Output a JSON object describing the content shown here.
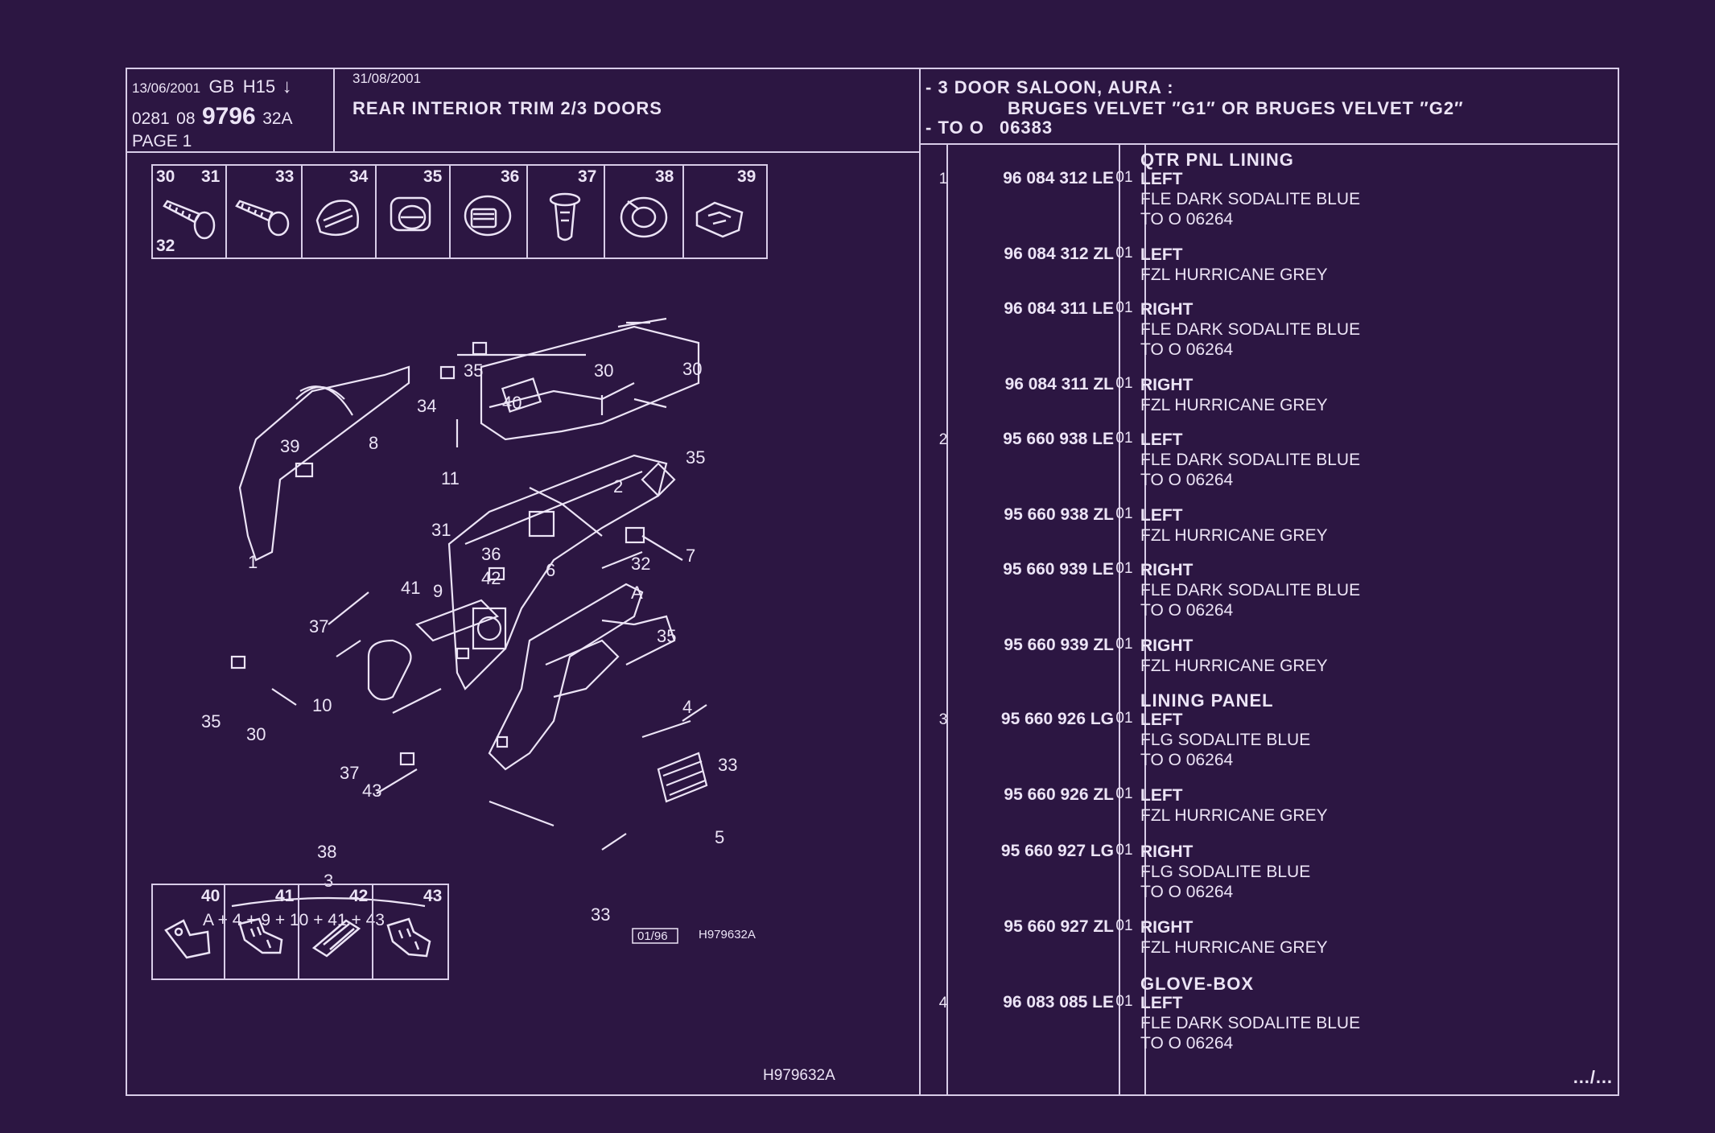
{
  "header": {
    "date1": "13/06/2001",
    "lang": "GB",
    "model": "H15",
    "arrow": "↓",
    "ref_prefix1": "0281",
    "ref_prefix2": "08",
    "ref_main": "9796",
    "ref_suffix": "32A",
    "page": "PAGE 1",
    "date2": "31/08/2001",
    "title": "REAR INTERIOR TRIM 2/3 DOORS",
    "spec_line1": "- 3 DOOR SALOON, AURA :",
    "spec_line2": "BRUGES VELVET ″G1″ OR  BRUGES VELVET ″G2″",
    "spec_line3_prefix": "- TO  O",
    "spec_line3_value": "06383"
  },
  "icons_top": [
    {
      "num": "30",
      "num2": "31",
      "icon": "screw-icon",
      "sub": "32"
    },
    {
      "num": "33",
      "icon": "screw-icon"
    },
    {
      "num": "34",
      "icon": "clip-icon"
    },
    {
      "num": "35",
      "icon": "clip-nut-icon"
    },
    {
      "num": "36",
      "icon": "clip-icon"
    },
    {
      "num": "37",
      "icon": "plug-icon"
    },
    {
      "num": "38",
      "icon": "clip-ring-icon"
    },
    {
      "num": "39",
      "icon": "bracket-icon"
    }
  ],
  "icons_bottom": [
    {
      "num": "40",
      "icon": "bracket-icon"
    },
    {
      "num": "41",
      "icon": "rivet-icon"
    },
    {
      "num": "42",
      "icon": "clip-icon"
    },
    {
      "num": "43",
      "icon": "rivet-icon"
    }
  ],
  "diagram": {
    "callouts": [
      "35",
      "30",
      "30",
      "34",
      "40",
      "39",
      "8",
      "11",
      "2",
      "35",
      "1",
      "31",
      "36",
      "6",
      "32",
      "7",
      "42",
      "41",
      "9",
      "A",
      "37",
      "35",
      "10",
      "35",
      "30",
      "4",
      "33",
      "37",
      "43",
      "38",
      "5",
      "33",
      "3"
    ],
    "formula": "A + 4 + 9 + 10 + 41 + 43",
    "date_box": "01/96",
    "code_small": "H979632A",
    "code_bottom": "H979632A"
  },
  "parts": [
    {
      "section": "QTR PNL LINING",
      "idx": "1",
      "pn": "96 084 312 LE",
      "qty": "01",
      "side": "LEFT",
      "lines": [
        "FLE DARK SODALITE BLUE",
        "TO  O  06264"
      ]
    },
    {
      "idx": "",
      "pn": "96 084 312 ZL",
      "qty": "01",
      "side": "LEFT",
      "lines": [
        "FZL HURRICANE GREY"
      ]
    },
    {
      "idx": "",
      "pn": "96 084 311 LE",
      "qty": "01",
      "side": "RIGHT",
      "lines": [
        "FLE DARK SODALITE BLUE",
        "TO  O  06264"
      ]
    },
    {
      "idx": "",
      "pn": "96 084 311 ZL",
      "qty": "01",
      "side": "RIGHT",
      "lines": [
        "FZL HURRICANE GREY"
      ]
    },
    {
      "idx": "2",
      "pn": "95 660 938 LE",
      "qty": "01",
      "side": "LEFT",
      "lines": [
        "FLE DARK SODALITE BLUE",
        "TO  O  06264"
      ]
    },
    {
      "idx": "",
      "pn": "95 660 938 ZL",
      "qty": "01",
      "side": "LEFT",
      "lines": [
        "FZL HURRICANE GREY"
      ]
    },
    {
      "idx": "",
      "pn": "95 660 939 LE",
      "qty": "01",
      "side": "RIGHT",
      "lines": [
        "FLE DARK SODALITE BLUE",
        "TO  O  06264"
      ]
    },
    {
      "idx": "",
      "pn": "95 660 939 ZL",
      "qty": "01",
      "side": "RIGHT",
      "lines": [
        "FZL HURRICANE GREY"
      ]
    },
    {
      "section": "LINING PANEL",
      "idx": "3",
      "pn": "95 660 926 LG",
      "qty": "01",
      "side": "LEFT",
      "lines": [
        "FLG SODALITE BLUE",
        "TO  O  06264"
      ]
    },
    {
      "idx": "",
      "pn": "95 660 926 ZL",
      "qty": "01",
      "side": "LEFT",
      "lines": [
        "FZL HURRICANE GREY"
      ]
    },
    {
      "idx": "",
      "pn": "95 660 927 LG",
      "qty": "01",
      "side": "RIGHT",
      "lines": [
        "FLG SODALITE BLUE",
        "TO  O  06264"
      ]
    },
    {
      "idx": "",
      "pn": "95 660 927 ZL",
      "qty": "01",
      "side": "RIGHT",
      "lines": [
        "FZL HURRICANE GREY"
      ]
    },
    {
      "section": "GLOVE-BOX",
      "idx": "4",
      "pn": "96 083 085 LE",
      "qty": "01",
      "side": "LEFT",
      "lines": [
        "FLE DARK SODALITE BLUE",
        "TO  O  06264"
      ]
    }
  ],
  "footer": {
    "continue": "…/…"
  },
  "colors": {
    "background": "#2c1642",
    "lines": "#d8cce8",
    "text": "#ece4f6"
  }
}
